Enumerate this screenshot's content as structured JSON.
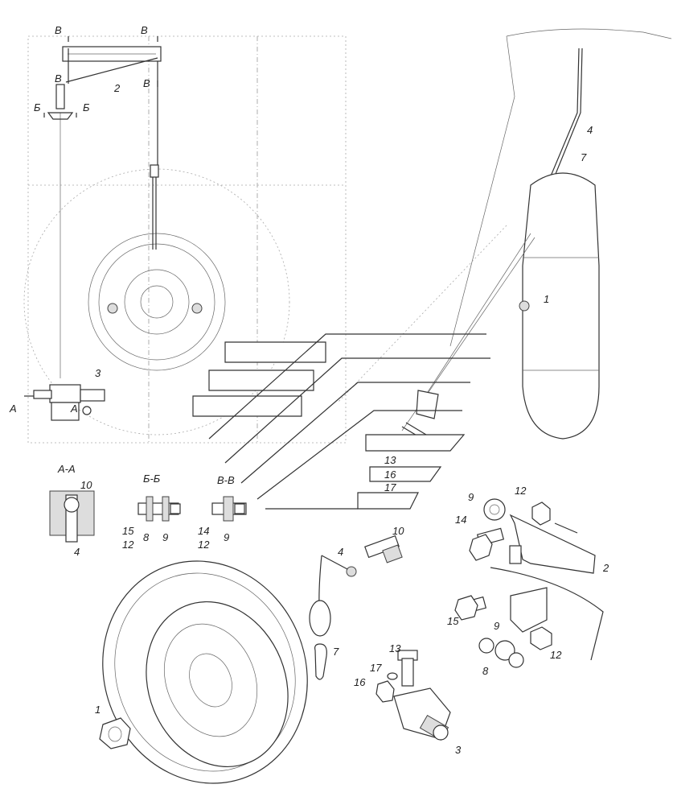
{
  "section_titles": {
    "a": "А-А",
    "b": "Б-Б",
    "v": "В-В"
  },
  "section_markers": {
    "a": "А",
    "b": "Б",
    "v": "В"
  },
  "callouts": {
    "top_view": [
      "2",
      "3"
    ],
    "side_view": [
      "4",
      "7",
      "1",
      "13",
      "16",
      "17"
    ],
    "section_aa": [
      "10",
      "4"
    ],
    "section_bb": [
      "15",
      "12",
      "8",
      "9"
    ],
    "section_vv": [
      "14",
      "12",
      "9"
    ],
    "exploded": [
      "9",
      "12",
      "14",
      "2",
      "4",
      "10",
      "15",
      "9",
      "12",
      "8",
      "7",
      "13",
      "17",
      "16",
      "1",
      "3"
    ]
  }
}
